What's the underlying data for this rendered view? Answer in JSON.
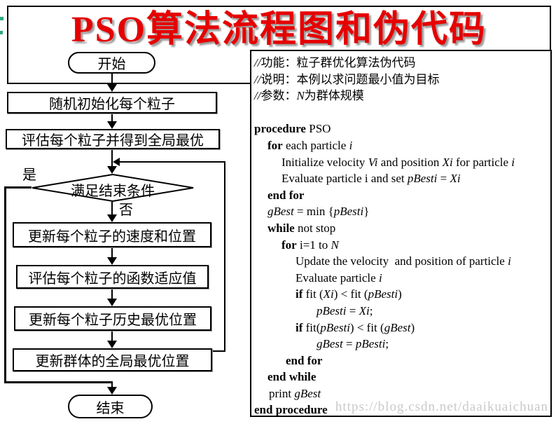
{
  "title": {
    "text": "PSO算法流程图和伪代码"
  },
  "flowchart": {
    "start_label": "开始",
    "end_label": "结束",
    "decision_label": "满足结束条件",
    "yes_label": "是",
    "no_label": "否",
    "steps": [
      "随机初始化每个粒子",
      "评估每个粒子并得到全局最优",
      "更新每个粒子的速度和位置",
      "评估每个粒子的函数适应值",
      "更新每个粒子历史最优位置",
      "更新群体的全局最优位置"
    ]
  },
  "pseudocode": {
    "lines": [
      {
        "ind": 0,
        "seg": [
          {
            "s": "i",
            "t": "//"
          },
          {
            "s": "n",
            "t": "功能：粒子群优化算法伪代码"
          }
        ]
      },
      {
        "ind": 0,
        "seg": [
          {
            "s": "i",
            "t": "//"
          },
          {
            "s": "n",
            "t": "说明：本例以求问题最小值为目标"
          }
        ]
      },
      {
        "ind": 0,
        "seg": [
          {
            "s": "i",
            "t": "//"
          },
          {
            "s": "n",
            "t": "参数："
          },
          {
            "s": "i",
            "t": "N"
          },
          {
            "s": "n",
            "t": "为群体规模"
          }
        ]
      },
      {
        "ind": 0,
        "seg": []
      },
      {
        "ind": 0,
        "seg": [
          {
            "s": "b",
            "t": "procedure"
          },
          {
            "s": "n",
            "t": " PSO"
          }
        ]
      },
      {
        "ind": 19,
        "seg": [
          {
            "s": "b",
            "t": "for"
          },
          {
            "s": "n",
            "t": " each particle "
          },
          {
            "s": "i",
            "t": "i"
          }
        ]
      },
      {
        "ind": 39,
        "seg": [
          {
            "s": "n",
            "t": "Initialize velocity "
          },
          {
            "s": "i",
            "t": "Vi"
          },
          {
            "s": "n",
            "t": " and position "
          },
          {
            "s": "i",
            "t": "Xi"
          },
          {
            "s": "n",
            "t": " for particle "
          },
          {
            "s": "i",
            "t": "i"
          }
        ]
      },
      {
        "ind": 39,
        "seg": [
          {
            "s": "n",
            "t": "Evaluate particle i and set "
          },
          {
            "s": "i",
            "t": "pBesti"
          },
          {
            "s": "n",
            "t": " = "
          },
          {
            "s": "i",
            "t": "Xi"
          }
        ]
      },
      {
        "ind": 19,
        "seg": [
          {
            "s": "b",
            "t": "end for"
          }
        ]
      },
      {
        "ind": 19,
        "seg": [
          {
            "s": "i",
            "t": "gBest"
          },
          {
            "s": "n",
            "t": " = min {"
          },
          {
            "s": "i",
            "t": "pBesti"
          },
          {
            "s": "n",
            "t": "}"
          }
        ]
      },
      {
        "ind": 19,
        "seg": [
          {
            "s": "b",
            "t": "while"
          },
          {
            "s": "n",
            "t": " not stop"
          }
        ]
      },
      {
        "ind": 39,
        "seg": [
          {
            "s": "b",
            "t": "for"
          },
          {
            "s": "n",
            "t": " i=1 to "
          },
          {
            "s": "i",
            "t": "N"
          }
        ]
      },
      {
        "ind": 59,
        "seg": [
          {
            "s": "n",
            "t": "Update the velocity  and position of particle "
          },
          {
            "s": "i",
            "t": "i"
          }
        ]
      },
      {
        "ind": 59,
        "seg": [
          {
            "s": "n",
            "t": "Evaluate particle "
          },
          {
            "s": "i",
            "t": "i"
          }
        ]
      },
      {
        "ind": 59,
        "seg": [
          {
            "s": "b",
            "t": "if"
          },
          {
            "s": "n",
            "t": " fit ("
          },
          {
            "s": "i",
            "t": "Xi"
          },
          {
            "s": "n",
            "t": ") < fit ("
          },
          {
            "s": "i",
            "t": "pBesti"
          },
          {
            "s": "n",
            "t": ")"
          }
        ]
      },
      {
        "ind": 89,
        "seg": [
          {
            "s": "i",
            "t": "pBesti"
          },
          {
            "s": "n",
            "t": " = "
          },
          {
            "s": "i",
            "t": "Xi"
          },
          {
            "s": "n",
            "t": ";"
          }
        ]
      },
      {
        "ind": 59,
        "seg": [
          {
            "s": "b",
            "t": "if"
          },
          {
            "s": "n",
            "t": " fit("
          },
          {
            "s": "i",
            "t": "pBesti"
          },
          {
            "s": "n",
            "t": ") < fit ("
          },
          {
            "s": "i",
            "t": "gBest"
          },
          {
            "s": "n",
            "t": ")"
          }
        ]
      },
      {
        "ind": 89,
        "seg": [
          {
            "s": "i",
            "t": "gBest"
          },
          {
            "s": "n",
            "t": " = "
          },
          {
            "s": "i",
            "t": "pBesti"
          },
          {
            "s": "n",
            "t": ";"
          }
        ]
      },
      {
        "ind": 45,
        "seg": [
          {
            "s": "b",
            "t": "end for"
          }
        ]
      },
      {
        "ind": 19,
        "seg": [
          {
            "s": "b",
            "t": "end while"
          }
        ]
      },
      {
        "ind": 21,
        "seg": [
          {
            "s": "n",
            "t": "print "
          },
          {
            "s": "i",
            "t": "gBest"
          }
        ]
      },
      {
        "ind": 0,
        "seg": [
          {
            "s": "b",
            "t": "end procedure"
          }
        ]
      }
    ]
  },
  "watermark": "https://blog.csdn.net/daaikuaichuan",
  "colors": {
    "title_red": "#e60000",
    "title_shadow": "#9a9a9a",
    "line_black": "#000000",
    "watermark_gray": "#c9c9c9",
    "edge_mark_teal": "#2fa883"
  }
}
